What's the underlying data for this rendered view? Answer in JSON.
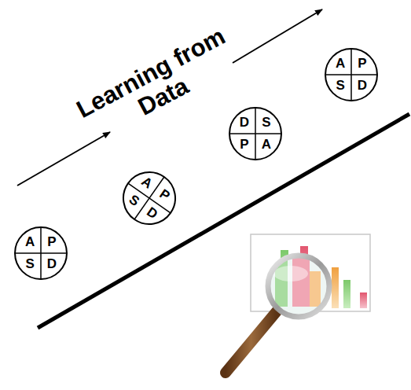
{
  "diagram": {
    "title": "Learning from Data",
    "nodes": [
      {
        "text": [
          "A",
          "P",
          "S",
          "D"
        ]
      },
      {
        "text": [
          "A",
          "P",
          "S",
          "D"
        ]
      },
      {
        "text": [
          "A",
          "P",
          "S",
          "D"
        ]
      },
      {
        "text": [
          "A",
          "P",
          "S",
          "D"
        ]
      }
    ]
  }
}
